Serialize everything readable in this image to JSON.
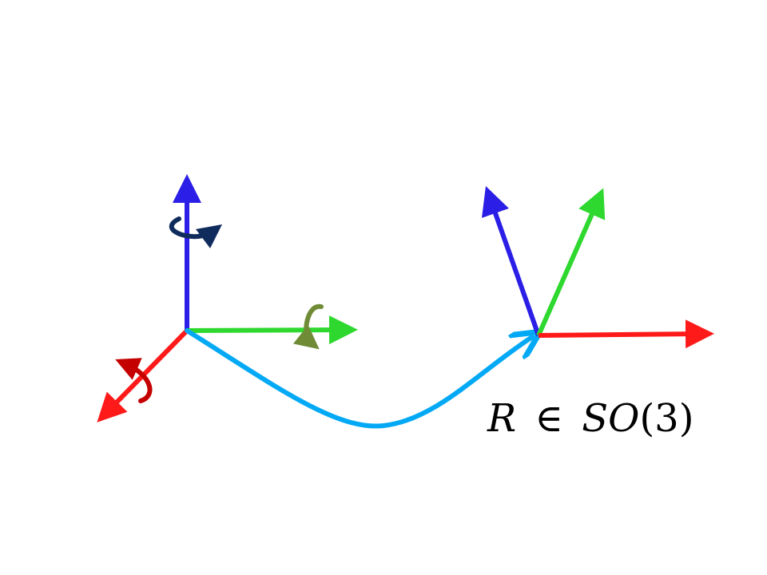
{
  "colors": {
    "x_axis": "#ff1a1a",
    "y_axis": "#2ed82e",
    "z_axis": "#2b1ee6",
    "path": "#03a9f4",
    "rot_x": "#c40000",
    "rot_y": "#6f8b36",
    "rot_z": "#0f2c5c",
    "label": "#000000"
  },
  "label": {
    "symbol": "R",
    "relation": "∈",
    "group": "SO",
    "open": "(",
    "dim": "3",
    "close": ")"
  },
  "icons": {
    "rotation_x": "curved-rotation-arrow-icon",
    "rotation_y": "curved-rotation-arrow-icon",
    "rotation_z": "curved-rotation-arrow-icon"
  }
}
